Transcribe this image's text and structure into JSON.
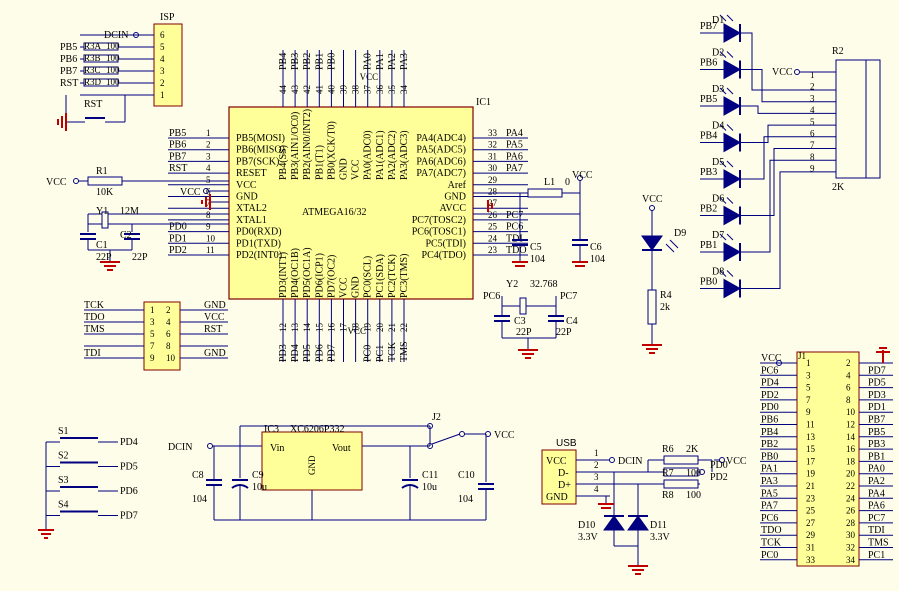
{
  "colors": {
    "wire": "#000080",
    "chip_fill": "#ffff99",
    "chip_border": "#800000",
    "ground": "#c00000",
    "diode_fill": "#000080",
    "text": "#000000"
  },
  "mcu": {
    "ref": "IC1",
    "part": "ATMEGA16/32",
    "left_pins": [
      {
        "num": "1",
        "name": "PB5(MOSI)",
        "net": "PB5"
      },
      {
        "num": "2",
        "name": "PB6(MISO)",
        "net": "PB6"
      },
      {
        "num": "3",
        "name": "PB7(SCK)",
        "net": "PB7"
      },
      {
        "num": "4",
        "name": "RESET",
        "net": "RST"
      },
      {
        "num": "5",
        "name": "VCC",
        "net": "VCC"
      },
      {
        "num": "6",
        "name": "GND",
        "net": ""
      },
      {
        "num": "7",
        "name": "XTAL2",
        "net": ""
      },
      {
        "num": "8",
        "name": "XTAL1",
        "net": ""
      },
      {
        "num": "9",
        "name": "PD0(RXD)",
        "net": "PD0"
      },
      {
        "num": "10",
        "name": "PD1(TXD)",
        "net": "PD1"
      },
      {
        "num": "11",
        "name": "PD2(INT0)",
        "net": "PD2"
      }
    ],
    "right_pins": [
      {
        "num": "33",
        "name": "PA4(ADC4)",
        "net": "PA4"
      },
      {
        "num": "32",
        "name": "PA5(ADC5)",
        "net": "PA5"
      },
      {
        "num": "31",
        "name": "PA6(ADC6)",
        "net": "PA6"
      },
      {
        "num": "30",
        "name": "PA7(ADC7)",
        "net": "PA7"
      },
      {
        "num": "29",
        "name": "Aref",
        "net": ""
      },
      {
        "num": "28",
        "name": "GND",
        "net": ""
      },
      {
        "num": "27",
        "name": "AVCC",
        "net": ""
      },
      {
        "num": "26",
        "name": "PC7(TOSC2)",
        "net": "PC7"
      },
      {
        "num": "25",
        "name": "PC6(TOSC1)",
        "net": "PC6"
      },
      {
        "num": "24",
        "name": "PC5(TDI)",
        "net": "TDI"
      },
      {
        "num": "23",
        "name": "PC4(TDO)",
        "net": "TDO"
      }
    ],
    "top_pins": [
      {
        "num": "44",
        "name": "PB4(SS)",
        "net": "PB4"
      },
      {
        "num": "43",
        "name": "PB3(AIN1/OC0)",
        "net": "PB3"
      },
      {
        "num": "42",
        "name": "PB2(AIN0/INT2)",
        "net": "PB2"
      },
      {
        "num": "41",
        "name": "PB1(T1)",
        "net": "PB1"
      },
      {
        "num": "40",
        "name": "PB0(XCK/T0)",
        "net": "PB0"
      },
      {
        "num": "39",
        "name": "GND",
        "net": ""
      },
      {
        "num": "38",
        "name": "VCC",
        "net": "VCC"
      },
      {
        "num": "37",
        "name": "PA0(ADC0)",
        "net": "PA0"
      },
      {
        "num": "36",
        "name": "PA1(ADC1)",
        "net": "PA1"
      },
      {
        "num": "35",
        "name": "PA2(ADC2)",
        "net": "PA2"
      },
      {
        "num": "34",
        "name": "PA3(ADC3)",
        "net": "PA3"
      }
    ],
    "bottom_pins": [
      {
        "num": "12",
        "name": "PD3(INT1)",
        "net": "PD3"
      },
      {
        "num": "13",
        "name": "PD4(OC1B)",
        "net": "PD4"
      },
      {
        "num": "14",
        "name": "PD5(OC1A)",
        "net": "PD5"
      },
      {
        "num": "15",
        "name": "PD6(ICP1)",
        "net": "PD6"
      },
      {
        "num": "16",
        "name": "PD7(OC2)",
        "net": "PD7"
      },
      {
        "num": "17",
        "name": "VCC",
        "net": "VCC"
      },
      {
        "num": "18",
        "name": "GND",
        "net": ""
      },
      {
        "num": "19",
        "name": "PC0(SCL)",
        "net": "PC0"
      },
      {
        "num": "20",
        "name": "PC1(SDA)",
        "net": "PC1"
      },
      {
        "num": "21",
        "name": "PC2(TCK)",
        "net": "TCK"
      },
      {
        "num": "22",
        "name": "PC3(TMS)",
        "net": "TMS"
      }
    ]
  },
  "isp": {
    "ref": "ISP",
    "pins": [
      "6",
      "5",
      "4",
      "3",
      "2",
      "1"
    ],
    "nets": [
      "DCIN",
      "PB5",
      "PB6",
      "PB7",
      "RST",
      ""
    ],
    "resistors": [
      "R3A",
      "R3B",
      "R3C",
      "R3D"
    ],
    "res_values": [
      "100",
      "100",
      "100",
      "100"
    ],
    "rst_label": "RST"
  },
  "reset_res": {
    "ref": "R1",
    "value": "10K",
    "vcc": "VCC"
  },
  "crystal": {
    "ref": "Y1",
    "value": "12M",
    "c1": "C1",
    "c2": "C2",
    "cval": "22P"
  },
  "jtag": {
    "left_nets": [
      "TCK",
      "TDO",
      "TMS",
      "",
      "TDI"
    ],
    "right_nets": [
      "GND",
      "VCC",
      "RST",
      "",
      "GND"
    ],
    "left_pins": [
      "1",
      "3",
      "5",
      "7",
      "9"
    ],
    "right_pins": [
      "2",
      "4",
      "6",
      "8",
      "10"
    ]
  },
  "analog": {
    "l1": "L1",
    "l1_val": "0",
    "c5": "C5",
    "c5_val": "104",
    "c6": "C6",
    "c6_val": "104",
    "vcc": "VCC"
  },
  "rtc_crystal": {
    "ref": "Y2",
    "value": "32.768",
    "pc6": "PC6",
    "pc7": "PC7",
    "c3": "C3",
    "c4": "C4",
    "cval": "22P"
  },
  "power_led": {
    "ref": "D9",
    "res": "R4",
    "res_val": "2k",
    "vcc": "VCC"
  },
  "leds": {
    "refs": [
      "D1",
      "D2",
      "D3",
      "D4",
      "D5",
      "D6",
      "D7",
      "D8"
    ],
    "nets": [
      "PB7",
      "PB6",
      "PB5",
      "PB4",
      "PB3",
      "PB2",
      "PB1",
      "PB0"
    ],
    "rnet": {
      "ref": "R2",
      "value": "2K",
      "vcc": "VCC",
      "pins": [
        "1",
        "2",
        "3",
        "4",
        "5",
        "6",
        "7",
        "8",
        "9"
      ]
    }
  },
  "header_j1": {
    "ref": "J1",
    "vcc": "VCC",
    "left_nets": [
      "PC6",
      "PD4",
      "PD2",
      "PD0",
      "PB6",
      "PB4",
      "PB2",
      "PB0",
      "PA1",
      "PA3",
      "PA5",
      "PA7",
      "PC6",
      "TDO",
      "TCK",
      "PC0"
    ],
    "right_nets": [
      "PD7",
      "PD5",
      "PD3",
      "PD1",
      "PB7",
      "PB5",
      "PB3",
      "PB1",
      "PA0",
      "PA2",
      "PA4",
      "PA6",
      "PC7",
      "TDI",
      "TMS",
      "PC1"
    ],
    "left_pins": [
      "1",
      "3",
      "5",
      "7",
      "9",
      "11",
      "13",
      "15",
      "17",
      "19",
      "21",
      "23",
      "25",
      "27",
      "29",
      "31",
      "33"
    ],
    "right_pins": [
      "2",
      "4",
      "6",
      "8",
      "10",
      "12",
      "14",
      "16",
      "18",
      "20",
      "22",
      "24",
      "26",
      "28",
      "30",
      "32",
      "34"
    ]
  },
  "switches": {
    "refs": [
      "S1",
      "S2",
      "S3",
      "S4"
    ],
    "nets": [
      "PD4",
      "PD5",
      "PD6",
      "PD7"
    ]
  },
  "regulator": {
    "ref": "IC3",
    "part": "XC6206P332",
    "vin": "Vin",
    "vout": "Vout",
    "gnd": "GND",
    "dcin": "DCIN",
    "jumper": "J2",
    "vcc": "VCC",
    "c8": "C8",
    "c8_val": "104",
    "c9": "C9",
    "c9_val": "10u",
    "c11": "C11",
    "c11_val": "10u",
    "c10": "C10",
    "c10_val": "104"
  },
  "usb": {
    "title": "USB",
    "pins": [
      "VCC",
      "D-",
      "D+",
      "GND"
    ],
    "pin_nums": [
      "1",
      "2",
      "3",
      "4"
    ],
    "dcin": "DCIN",
    "r6": "R6",
    "r6_val": "2K",
    "r7": "R7",
    "r7_val": "100",
    "r8": "R8",
    "r8_val": "100",
    "pd0": "PD0",
    "pd2": "PD2",
    "vcc": "VCC",
    "d10": "D10",
    "d10_val": "3.3V",
    "d11": "D11",
    "d11_val": "3.3V"
  }
}
